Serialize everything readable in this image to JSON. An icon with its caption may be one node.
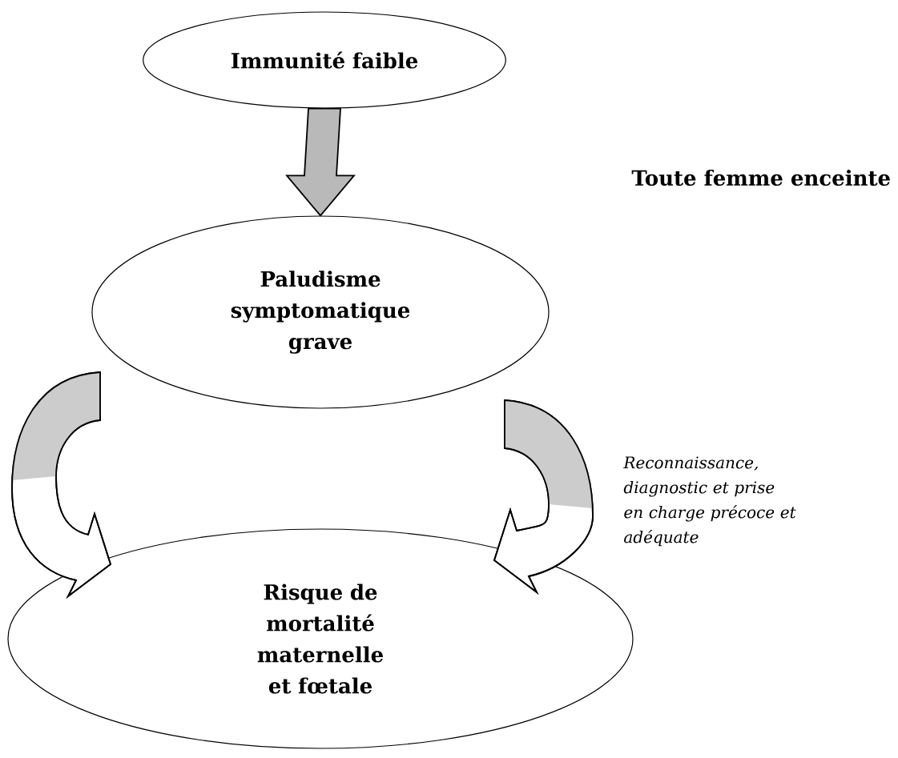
{
  "diagram": {
    "nodes": [
      {
        "text": [
          "Immunité faible"
        ]
      },
      {
        "text": [
          "Paludisme symptomatique grave"
        ]
      },
      {
        "text": [
          "Risque de mortalité maternelle et fœtale"
        ]
      }
    ],
    "edges": [
      {
        "from": 0,
        "to": 1,
        "arrow": "to",
        "style": "thick"
      },
      {
        "from": 1,
        "to": 2,
        "arrow": "to",
        "style": "thick"
      },
      {
        "from": 1,
        "to": 2,
        "arrow": "to",
        "style": "thick"
      }
    ],
    "labels": [
      "Toute femme enceinte",
      "Reconnaissance, diagnostic et prise en charge précoce et adéquate"
    ]
  }
}
